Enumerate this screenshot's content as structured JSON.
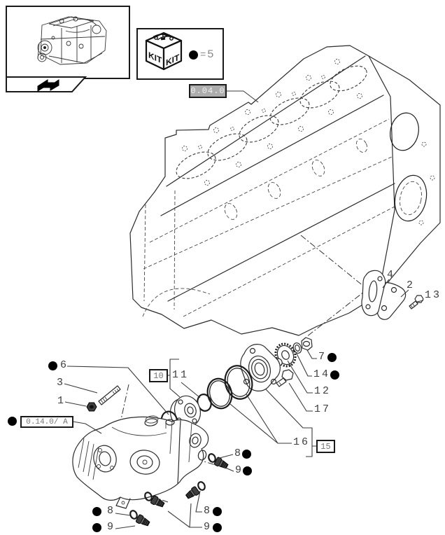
{
  "kit": {
    "face_label": "KIT",
    "equals_sign": "=",
    "quantity": "5"
  },
  "refs": {
    "section": "0.04.0",
    "pump_section": "0.14.0/ A"
  },
  "callouts": {
    "n1": "1",
    "n2": "2",
    "n3": "3",
    "n4": "4",
    "n6": "6",
    "n7": "7",
    "n8": "8",
    "n9": "9",
    "n10": "10",
    "n11": "11",
    "n12": "12",
    "n13": "13",
    "n14": "14",
    "n15": "15",
    "n16": "16",
    "n17": "17"
  },
  "colors": {
    "line": "#2b2b2b",
    "label_text": "#3d3d3d",
    "section_box_bg": "#adadad",
    "section_box_text": "#f2f2f2",
    "boxed_label_text": "#757575",
    "dot": "#000000"
  }
}
